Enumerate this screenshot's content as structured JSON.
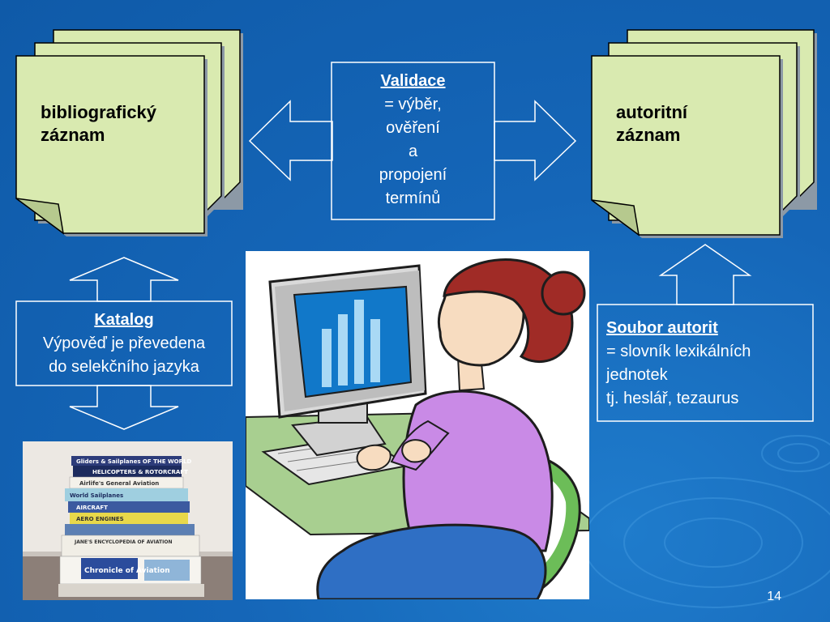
{
  "left_note": {
    "line1": "bibliografický",
    "line2": "záznam"
  },
  "right_note": {
    "line1": "autoritní",
    "line2": "záznam"
  },
  "validation": {
    "title": "Validace",
    "lines": [
      "= výběr,",
      "ověření",
      "a",
      "propojení",
      "termínů"
    ]
  },
  "catalog": {
    "title": "Katalog",
    "lines": [
      "Výpověď je převedena",
      "do selekčního jazyka"
    ]
  },
  "authority_file": {
    "title": "Soubor autorit",
    "lines": [
      "= slovník lexikálních",
      "jednotek",
      "tj. heslář, tezaurus"
    ]
  },
  "book_spines": [
    "Gliders & Sailplanes OF THE WORLD",
    "HELICOPTERS & ROTORCRAFT",
    "Airlife's General Aviation",
    "World Sailplanes",
    "AIRCRAFT",
    "AERO ENGINES",
    "JANE'S ENCYCLOPEDIA OF AVIATION",
    "Chronicle of Aviation"
  ],
  "slide_number": "14",
  "colors": {
    "background": "#1566b8",
    "note_fill": "#d9eab0",
    "arrow_fill": "#ffffff"
  }
}
